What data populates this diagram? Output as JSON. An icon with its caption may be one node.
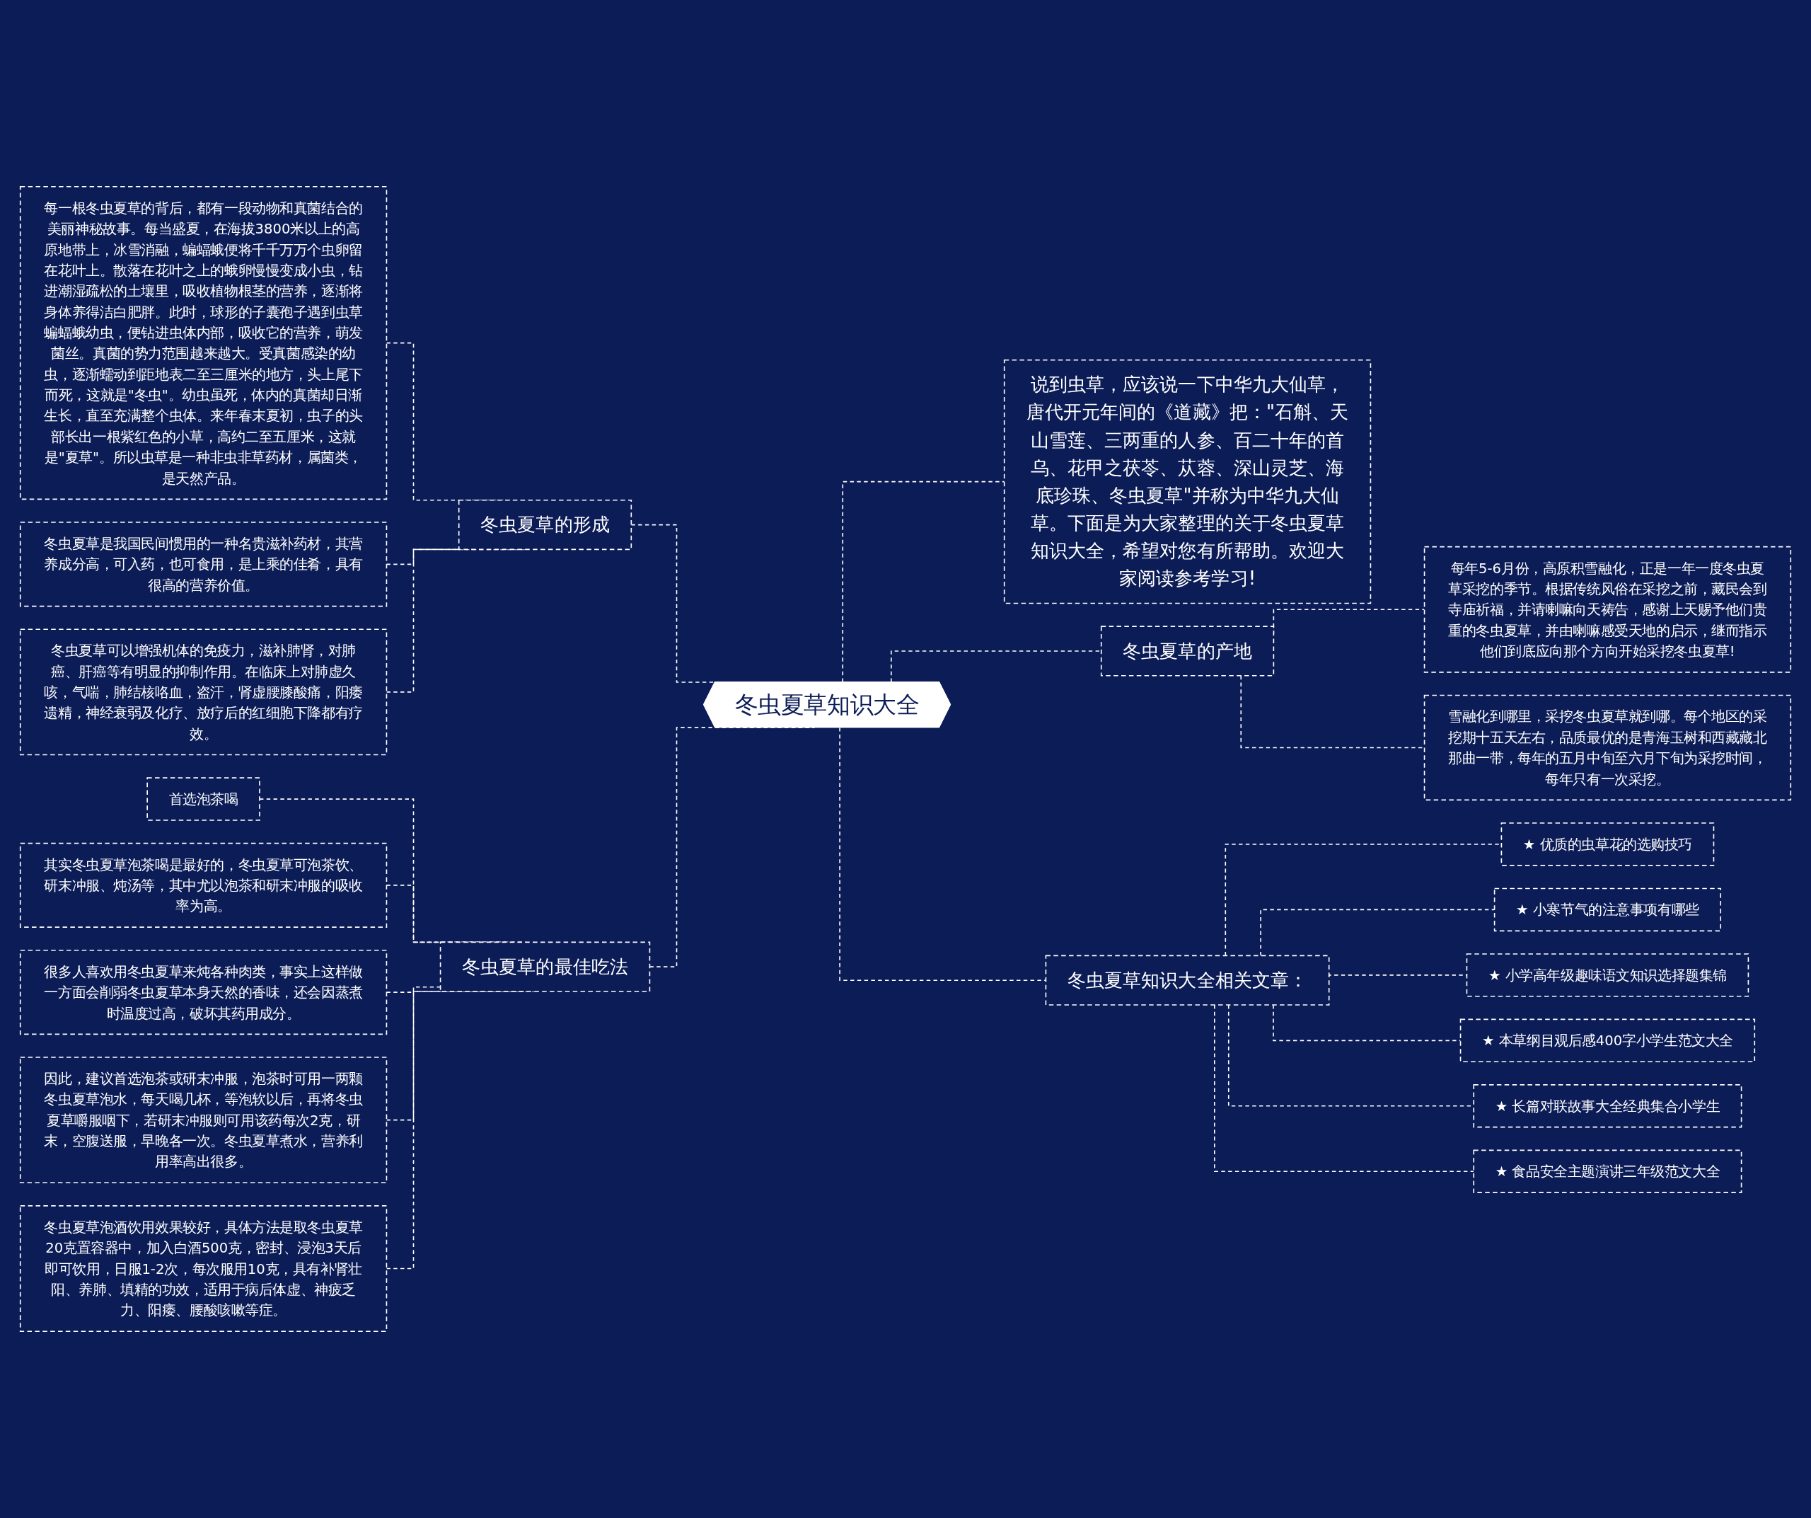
{
  "diagram": {
    "nodes": [
      {
        "text": [
          "冬虫夏草知识大全"
        ]
      },
      {
        "text": [
          "冬虫夏草的形成"
        ]
      },
      {
        "text": [
          "每一根冬虫夏草的背后，都有一段动物和真菌结合的美丽神秘故事。每当盛夏，在海拔3800米以上的高原地带上，冰雪消融，蝙蝠蛾便将千千万万个虫卵留在花叶上。散落在花叶之上的蛾卵慢慢变成小虫，钻进潮湿疏松的土壤里，吸收植物根茎的营养，逐渐将身体养得洁白肥胖。此时，球形的子囊孢子遇到虫草蝙蝠蛾幼虫，便钻进虫体内部，吸收它的营养，萌发菌丝。真菌的势力范围越来越大。受真菌感染的幼虫，逐渐蠕动到距地表二至三厘米的地方，头上尾下而死，这就是\"冬虫\"。幼虫虽死，体内的真菌却日渐生长，直至充满整个虫体。来年春末夏初，虫子的头部长出一根紫红色的小草，高约二至五厘米，这就是\"夏草\"。所以虫草是一种非虫非草药材，属菌类，是天然产品。"
        ]
      },
      {
        "text": [
          "冬虫夏草是我国民间惯用的一种名贵滋补药材，其营养成分高，可入药，也可食用，是上乘的佳肴，具有很高的营养价值。"
        ]
      },
      {
        "text": [
          "冬虫夏草可以增强机体的免疫力，滋补肺肾，对肺癌、肝癌等有明显的抑制作用。在临床上对肺虚久咳，气喘，肺结核咯血，盗汗，肾虚腰膝酸痛，阳痿遗精，神经衰弱及化疗、放疗后的红细胞下降都有疗效。"
        ]
      },
      {
        "text": [
          "冬虫夏草的最佳吃法"
        ]
      },
      {
        "text": [
          "首选泡茶喝"
        ]
      },
      {
        "text": [
          "其实冬虫夏草泡茶喝是最好的，冬虫夏草可泡茶饮、研末冲服、炖汤等，其中尤以泡茶和研末冲服的吸收率为高。"
        ]
      },
      {
        "text": [
          "很多人喜欢用冬虫夏草来炖各种肉类，事实上这样做一方面会削弱冬虫夏草本身天然的香味，还会因蒸煮时温度过高，破坏其药用成分。"
        ]
      },
      {
        "text": [
          "因此，建议首选泡茶或研末冲服，泡茶时可用一两颗冬虫夏草泡水，每天喝几杯，等泡软以后，再将冬虫夏草嚼服咽下，若研末冲服则可用该药每次2克，研末，空腹送服，早晚各一次。冬虫夏草煮水，营养利用率高出很多。"
        ]
      },
      {
        "text": [
          "冬虫夏草泡酒饮用效果较好，具体方法是取冬虫夏草20克置容器中，加入白酒500克，密封、浸泡3天后即可饮用，日服1-2次，每次服用10克，具有补肾壮阳、养肺、填精的功效，适用于病后体虚、神疲乏力、阳痿、腰酸咳嗽等症。"
        ]
      },
      {
        "text": [
          "说到虫草，应该说一下中华九大仙草，唐代开元年间的《道藏》把：\"石斛、天山雪莲、三两重的人参、百二十年的首乌、花甲之茯苓、苁蓉、深山灵芝、海底珍珠、冬虫夏草\"并称为中华九大仙草。下面是为大家整理的关于冬虫夏草知识大全，希望对您有所帮助。欢迎大家阅读参考学习!"
        ]
      },
      {
        "text": [
          "冬虫夏草的产地"
        ]
      },
      {
        "text": [
          "每年5-6月份，高原积雪融化，正是一年一度冬虫夏草采挖的季节。根据传统风俗在采挖之前，藏民会到寺庙祈福，并请喇嘛向天祷告，感谢上天赐予他们贵重的冬虫夏草，并由喇嘛感受天地的启示，继而指示他们到底应向那个方向开始采挖冬虫夏草!"
        ]
      },
      {
        "text": [
          "雪融化到哪里，采挖冬虫夏草就到哪。每个地区的采挖期十五天左右，品质最优的是青海玉树和西藏藏北那曲一带，每年的五月中旬至六月下旬为采挖时间，每年只有一次采挖。"
        ]
      },
      {
        "text": [
          "冬虫夏草知识大全相关文章："
        ]
      },
      {
        "text": [
          "★ 优质的虫草花的选购技巧"
        ]
      },
      {
        "text": [
          "★ 小寒节气的注意事项有哪些"
        ]
      },
      {
        "text": [
          "★ 小学高年级趣味语文知识选择题集锦"
        ]
      },
      {
        "text": [
          "★ 本草纲目观后感400字小学生范文大全"
        ]
      },
      {
        "text": [
          "★ 长篇对联故事大全经典集合小学生"
        ]
      },
      {
        "text": [
          "★ 食品安全主题演讲三年级范文大全"
        ]
      }
    ],
    "edges": [
      {
        "from": 0,
        "to": 1,
        "arrow": "none",
        "style": "dashed"
      },
      {
        "from": 1,
        "to": 2,
        "arrow": "none",
        "style": "dashed"
      },
      {
        "from": 1,
        "to": 3,
        "arrow": "none",
        "style": "dashed"
      },
      {
        "from": 1,
        "to": 4,
        "arrow": "none",
        "style": "dashed"
      },
      {
        "from": 0,
        "to": 5,
        "arrow": "none",
        "style": "dashed"
      },
      {
        "from": 5,
        "to": 6,
        "arrow": "none",
        "style": "dashed"
      },
      {
        "from": 5,
        "to": 7,
        "arrow": "none",
        "style": "dashed"
      },
      {
        "from": 5,
        "to": 8,
        "arrow": "none",
        "style": "dashed"
      },
      {
        "from": 5,
        "to": 9,
        "arrow": "none",
        "style": "dashed"
      },
      {
        "from": 5,
        "to": 10,
        "arrow": "none",
        "style": "dashed"
      },
      {
        "from": 0,
        "to": 11,
        "arrow": "none",
        "style": "dashed"
      },
      {
        "from": 0,
        "to": 12,
        "arrow": "none",
        "style": "dashed"
      },
      {
        "from": 12,
        "to": 13,
        "arrow": "none",
        "style": "dashed"
      },
      {
        "from": 12,
        "to": 14,
        "arrow": "none",
        "style": "dashed"
      },
      {
        "from": 0,
        "to": 15,
        "arrow": "none",
        "style": "dashed"
      },
      {
        "from": 15,
        "to": 16,
        "arrow": "none",
        "style": "dashed"
      },
      {
        "from": 15,
        "to": 17,
        "arrow": "none",
        "style": "dashed"
      },
      {
        "from": 15,
        "to": 18,
        "arrow": "none",
        "style": "dashed"
      },
      {
        "from": 15,
        "to": 19,
        "arrow": "none",
        "style": "dashed"
      },
      {
        "from": 15,
        "to": 20,
        "arrow": "none",
        "style": "dashed"
      },
      {
        "from": 15,
        "to": 21,
        "arrow": "none",
        "style": "dashed"
      }
    ]
  }
}
